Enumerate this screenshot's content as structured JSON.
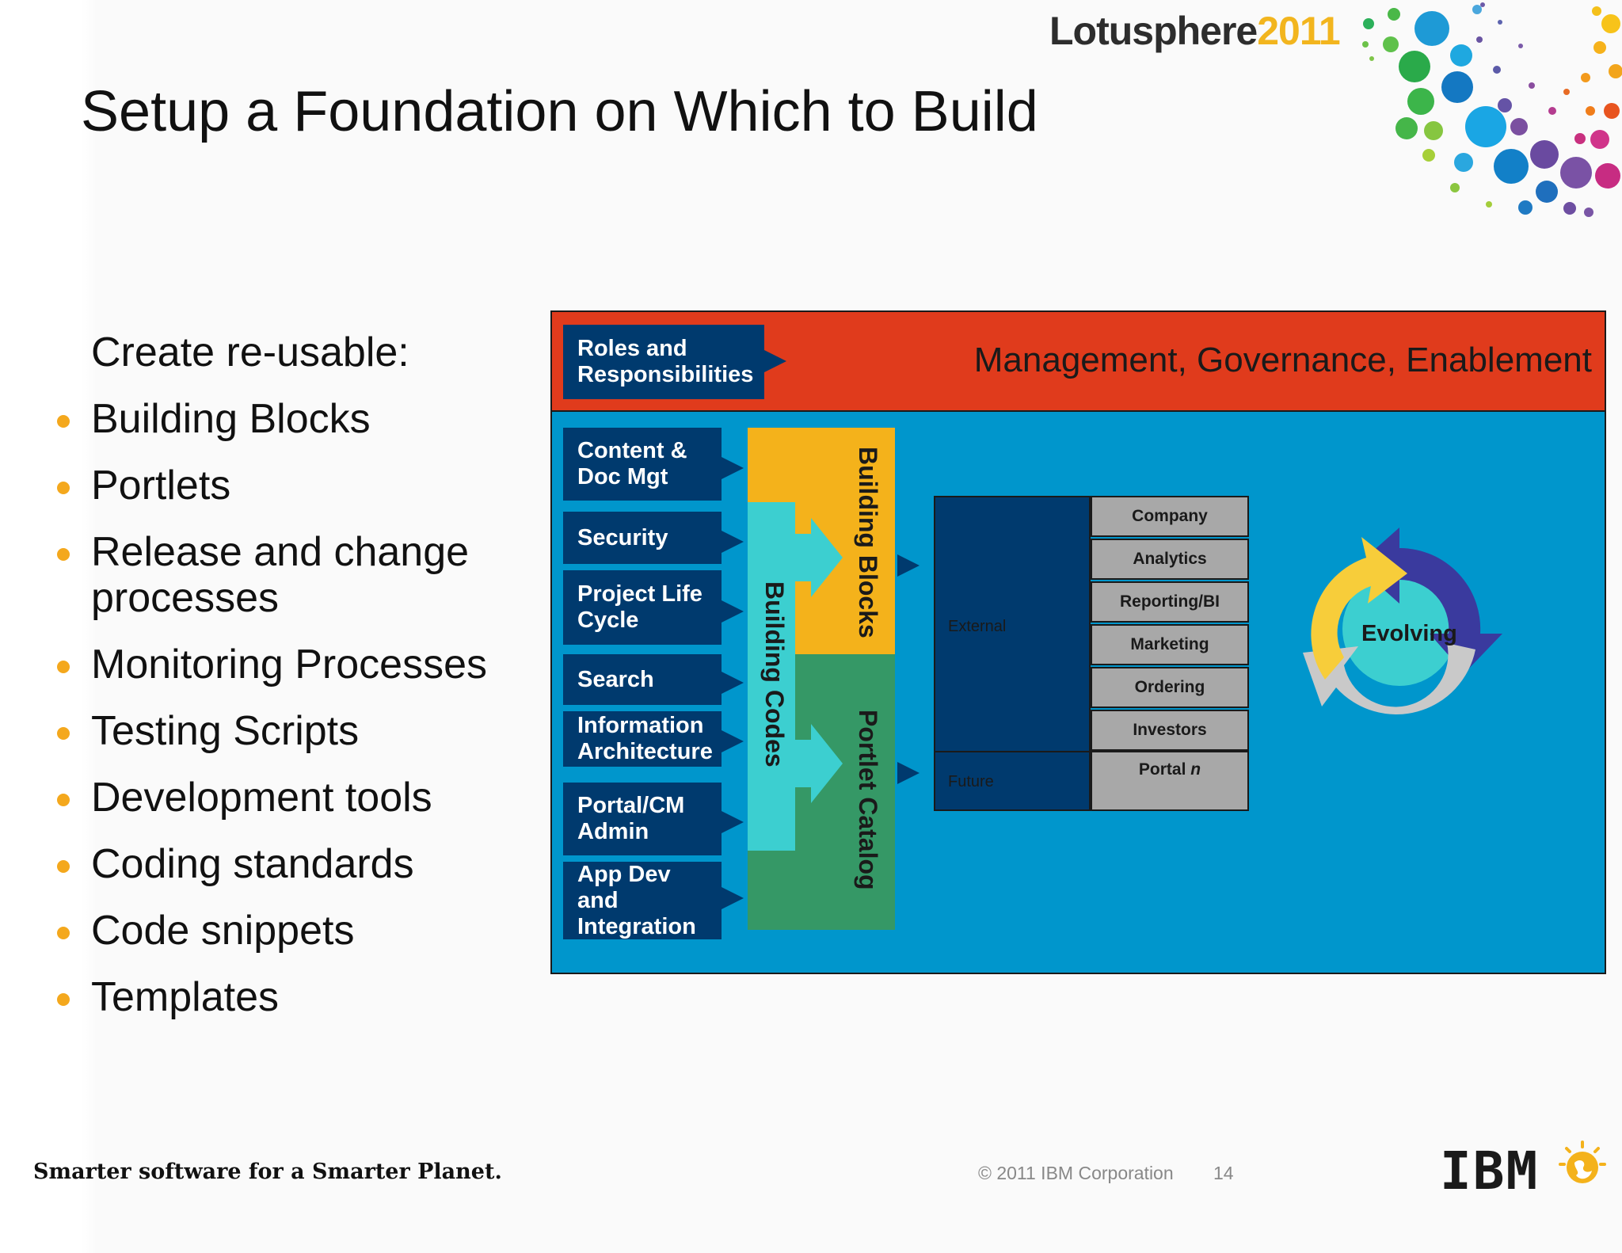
{
  "header": {
    "logo_word": "Lotusphere",
    "logo_year": "2011"
  },
  "slide": {
    "title": "Setup a Foundation on Which to Build",
    "intro": "Create re-usable:",
    "bullets": [
      "Building Blocks",
      "Portlets",
      "Release and change processes",
      "Monitoring Processes",
      "Testing Scripts",
      "Development tools",
      "Coding standards",
      "Code snippets",
      "Templates"
    ]
  },
  "diagram": {
    "top_box": "Roles and Responsibilities",
    "band_label": "Management, Governance, Enablement",
    "left_boxes": [
      "Content & Doc Mgt",
      "Security",
      "Project Life Cycle",
      "Search",
      "Information Architecture",
      "Portal/CM Admin",
      "App Dev and Integration"
    ],
    "building_blocks": "Building Blocks",
    "building_codes": "Building Codes",
    "portlet_catalog": "Portlet Catalog",
    "external": "External",
    "future": "Future",
    "portals": [
      "Company",
      "Analytics",
      "Reporting/BI",
      "Marketing",
      "Ordering",
      "Investors"
    ],
    "portal_n_prefix": "Portal ",
    "portal_n_suffix": "n",
    "evolving": "Evolving"
  },
  "footer": {
    "tagline": "Smarter software for a Smarter Planet.",
    "copyright": "© 2011 IBM Corporation",
    "page": "14",
    "ibm": "IBM"
  },
  "colors": {
    "band_red": "#e03b1c",
    "diagram_blue": "#0096cc",
    "navy": "#003a6e",
    "orange": "#f4b21b",
    "green": "#359866",
    "teal": "#3ccfd0",
    "bullet": "#f4a81d"
  }
}
